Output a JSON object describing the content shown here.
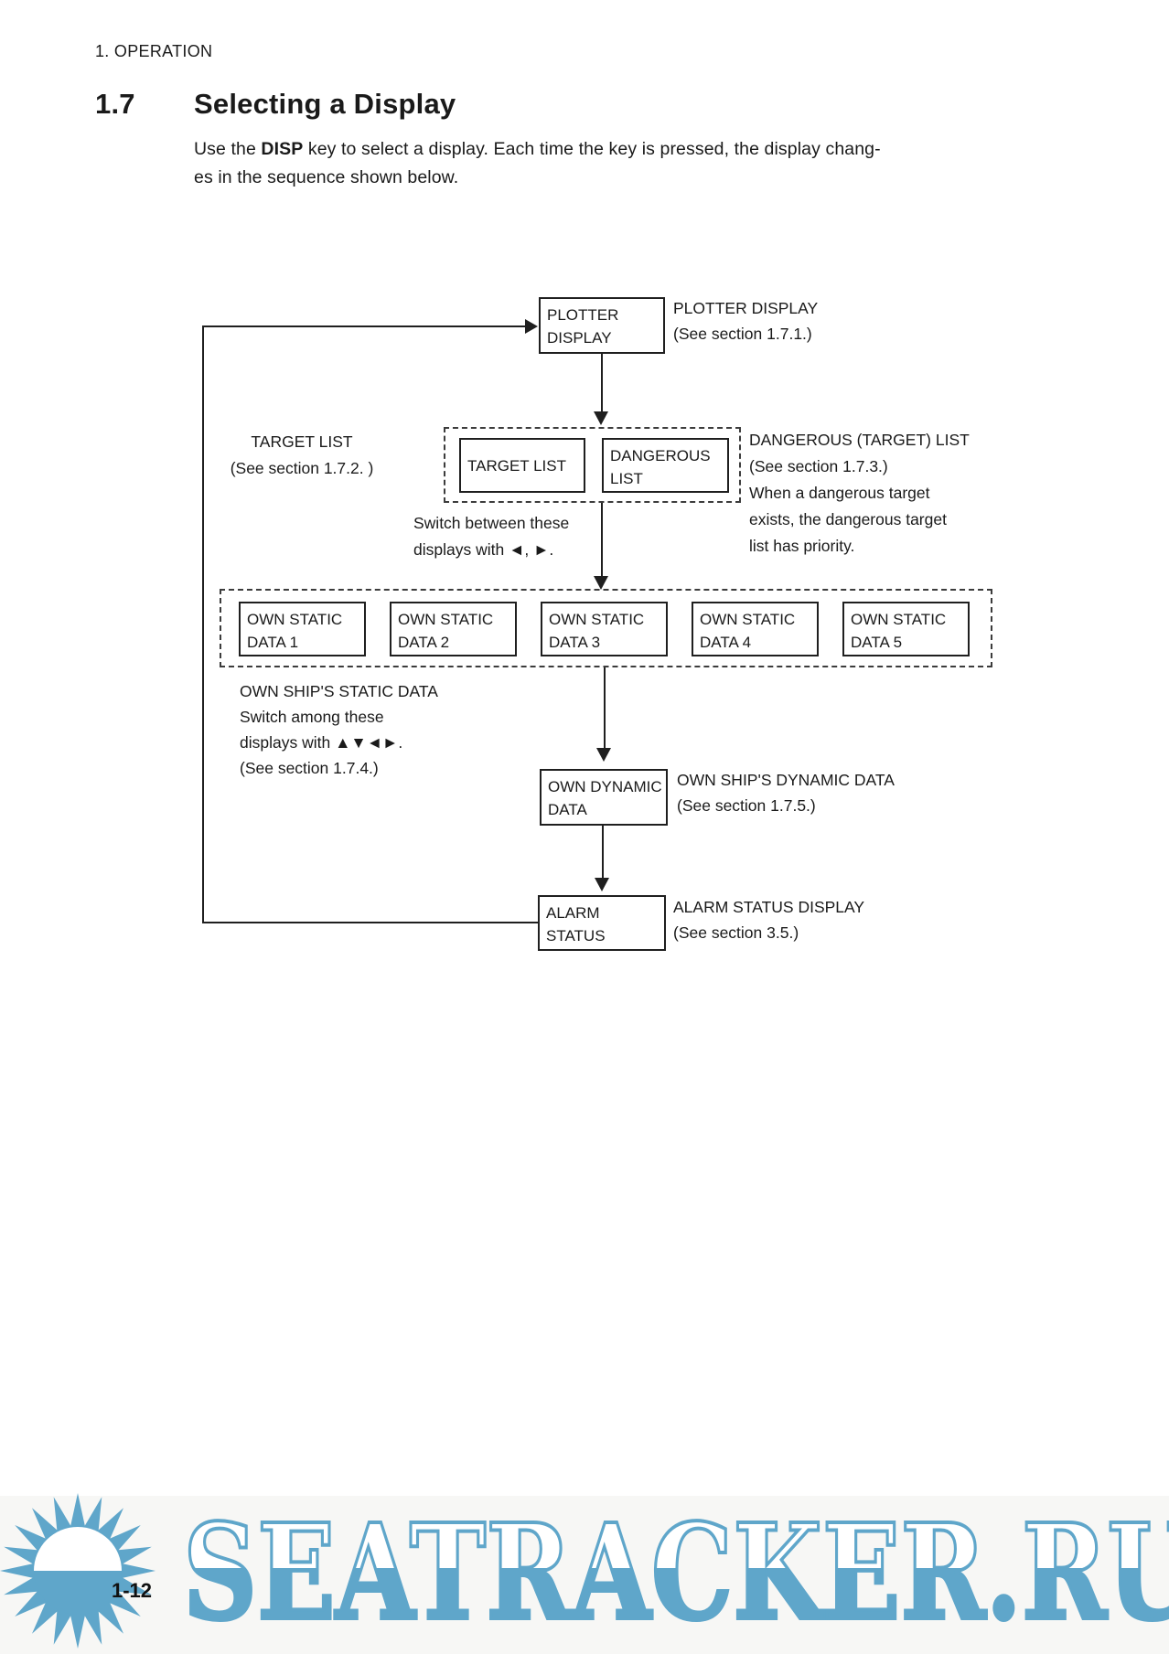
{
  "page": {
    "header": "1.  OPERATION",
    "section_number": "1.7",
    "section_title": "Selecting a Display",
    "intro": {
      "pre": "Use the ",
      "bold": "DISP",
      "post": " key to select a display. Each time the key is pressed, the display chang-",
      "line2": "es in the sequence shown below."
    },
    "page_number": "1-12"
  },
  "diagram": {
    "plotter_box": [
      "PLOTTER",
      "DISPLAY"
    ],
    "plotter_note": [
      "PLOTTER DISPLAY",
      "(See section 1.7.1.)"
    ],
    "target_label": [
      "TARGET LIST",
      "(See section 1.7.2. )"
    ],
    "target_box": [
      "TARGET LIST"
    ],
    "dangerous_box": [
      "DANGEROUS",
      "LIST"
    ],
    "dangerous_note": [
      "DANGEROUS (TARGET) LIST",
      "(See section 1.7.3.)",
      "When a dangerous target",
      "exists, the dangerous target",
      "list has priority."
    ],
    "switch_note": [
      "Switch between these",
      "displays with ◄, ►."
    ],
    "static_boxes": [
      [
        "OWN STATIC",
        "DATA 1"
      ],
      [
        "OWN STATIC",
        "DATA 2"
      ],
      [
        "OWN STATIC",
        "DATA 3"
      ],
      [
        "OWN STATIC",
        "DATA 4"
      ],
      [
        "OWN STATIC",
        "DATA 5"
      ]
    ],
    "static_note": [
      "OWN SHIP'S STATIC DATA",
      "Switch among these",
      "displays with ▲▼◄►.",
      "(See section 1.7.4.)"
    ],
    "dynamic_box": [
      "OWN DYNAMIC",
      "DATA"
    ],
    "dynamic_note": [
      "OWN SHIP'S DYNAMIC DATA",
      "(See section 1.7.5.)"
    ],
    "alarm_box": [
      "ALARM",
      "STATUS"
    ],
    "alarm_note": [
      "ALARM STATUS DISPLAY",
      "(See section 3.5.)"
    ]
  },
  "watermark": {
    "text": "SEATRACKER.RU",
    "color": "#5fa6ca"
  }
}
